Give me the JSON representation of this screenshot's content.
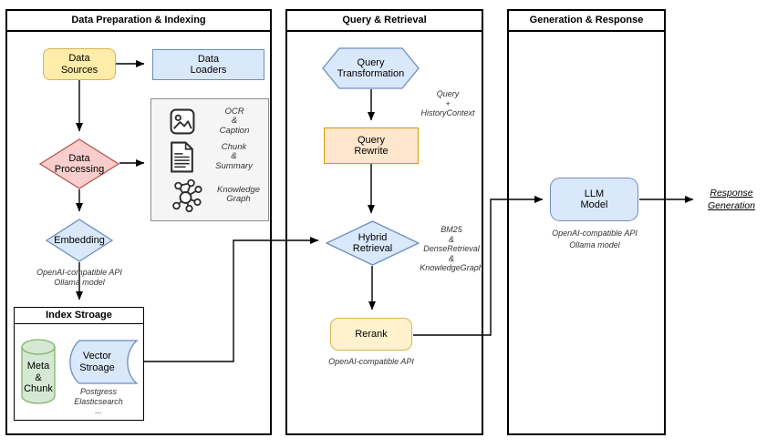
{
  "sections": {
    "data_prep": {
      "title": "Data Preparation & Indexing"
    },
    "query_retrieval": {
      "title": "Query & Retrieval"
    },
    "generation": {
      "title": "Generation & Response"
    }
  },
  "nodes": {
    "data_sources": {
      "lines": [
        "Data",
        "Sources"
      ]
    },
    "data_loaders": {
      "lines": [
        "Data",
        "Loaders"
      ]
    },
    "data_processing": {
      "lines": [
        "Data",
        "Processing"
      ]
    },
    "embedding": {
      "lines": [
        "Embedding"
      ]
    },
    "index_storage": {
      "title": "Index Stroage"
    },
    "meta_chunk": {
      "lines": [
        "Meta",
        "&",
        "Chunk"
      ]
    },
    "vector_storage": {
      "lines": [
        "Vector",
        "Stroage"
      ]
    },
    "query_transformation": {
      "lines": [
        "Query",
        "Transformation"
      ]
    },
    "query_rewrite": {
      "lines": [
        "Query",
        "Rewrite"
      ]
    },
    "hybrid_retrieval": {
      "lines": [
        "Hybrid",
        "Retrieval"
      ]
    },
    "rerank": {
      "lines": [
        "Rerank"
      ]
    },
    "llm_model": {
      "lines": [
        "LLM",
        "Model"
      ]
    }
  },
  "processing_options": {
    "items": [
      {
        "icon": "image-icon",
        "lines": [
          "OCR",
          "&",
          "Caption"
        ]
      },
      {
        "icon": "document-icon",
        "lines": [
          "Chunk",
          "&",
          "Summary"
        ]
      },
      {
        "icon": "knowledge-graph-icon",
        "lines": [
          "Knowledge",
          "Graph"
        ]
      }
    ]
  },
  "annotations": {
    "embedding_note": {
      "lines": [
        "OpenAI-compatible API",
        "Ollama model"
      ]
    },
    "vector_note": {
      "lines": [
        "Postgress",
        "Elasticsearch",
        "..."
      ]
    },
    "query_note": {
      "lines": [
        "Query",
        "+",
        "HistoryContext"
      ]
    },
    "hybrid_note": {
      "lines": [
        "BM25",
        "&",
        "DenseRetrieval",
        "&",
        "KnowledgeGraph"
      ]
    },
    "rerank_note": {
      "lines": [
        "OpenAI-compatible API"
      ]
    },
    "llm_note": {
      "lines": [
        "OpenAI-compatible API",
        "Ollama model"
      ]
    },
    "response_output": {
      "lines": [
        "Response",
        "Generation"
      ]
    }
  },
  "colors": {
    "yellow_fill": "#ffeca8",
    "yellow_stroke": "#d6b656",
    "paleyellow_fill": "#fff2cc",
    "paleyellow_stroke": "#d6b656",
    "blue_fill": "#dae8fc",
    "blue_stroke": "#6c8ebf",
    "orange_fill": "#ffe6cc",
    "orange_stroke": "#d79b00",
    "red_fill": "#f8cecc",
    "red_stroke": "#b85450",
    "green_fill": "#d5e8d4",
    "green_stroke": "#82b366",
    "graybox_fill": "#f5f5f5",
    "graybox_stroke": "#8f8f8f",
    "connector": "#000000"
  }
}
